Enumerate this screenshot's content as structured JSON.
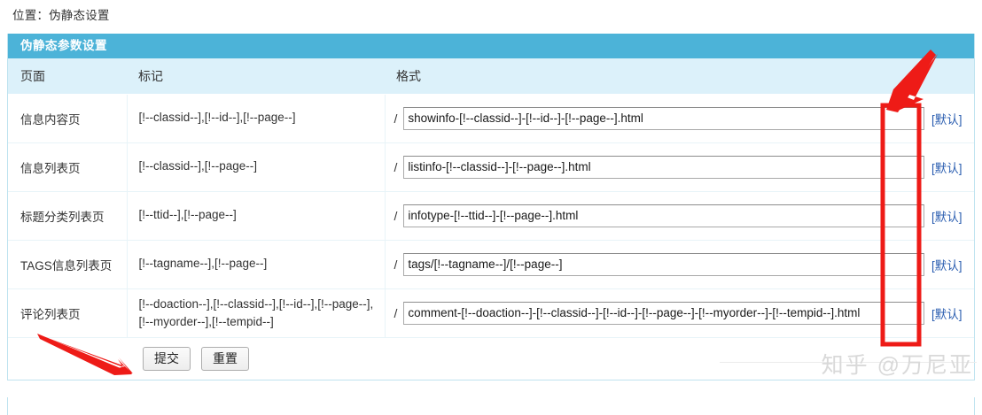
{
  "breadcrumb": {
    "text": "位置：伪静态设置"
  },
  "panel": {
    "title": "伪静态参数设置",
    "columns": {
      "page": "页面",
      "mark": "标记",
      "format": "格式"
    },
    "slash": "/",
    "default_label": "[默认]",
    "rows": [
      {
        "page": "信息内容页",
        "mark": "[!--classid--],[!--id--],[!--page--]",
        "format": "showinfo-[!--classid--]-[!--id--]-[!--page--].html",
        "default_label": "[默认]"
      },
      {
        "page": "信息列表页",
        "mark": "[!--classid--],[!--page--]",
        "format": "listinfo-[!--classid--]-[!--page--].html",
        "default_label": "[默认]"
      },
      {
        "page": "标题分类列表页",
        "mark": "[!--ttid--],[!--page--]",
        "format": "infotype-[!--ttid--]-[!--page--].html",
        "default_label": "[默认]"
      },
      {
        "page": "TAGS信息列表页",
        "mark": "[!--tagname--],[!--page--]",
        "format": "tags/[!--tagname--]/[!--page--]",
        "default_label": "[默认]"
      },
      {
        "page": "评论列表页",
        "mark": "[!--doaction--],[!--classid--],[!--id--],[!--page--],[!--myorder--],[!--tempid--]",
        "format": "comment-[!--doaction--]-[!--classid--]-[!--id--]-[!--page--]-[!--myorder--]-[!--tempid--].html",
        "default_label": "[默认]"
      }
    ],
    "buttons": {
      "submit": "提交",
      "reset": "重置"
    }
  },
  "watermark": {
    "text": "知乎 @万尼亚"
  },
  "annotations": {
    "accent_color": "#ee1b17",
    "highlight_box": "default-column-highlight",
    "arrow_top": "arrow-pointing-to-default-column",
    "arrow_bottom": "arrow-pointing-to-submit-button"
  },
  "colors": {
    "panel_header_bg": "#4cb3d8",
    "table_header_bg": "#dcf1fa",
    "panel_border": "#bfe3ef",
    "link": "#2a5db0",
    "annotation_red": "#ee1b17"
  }
}
